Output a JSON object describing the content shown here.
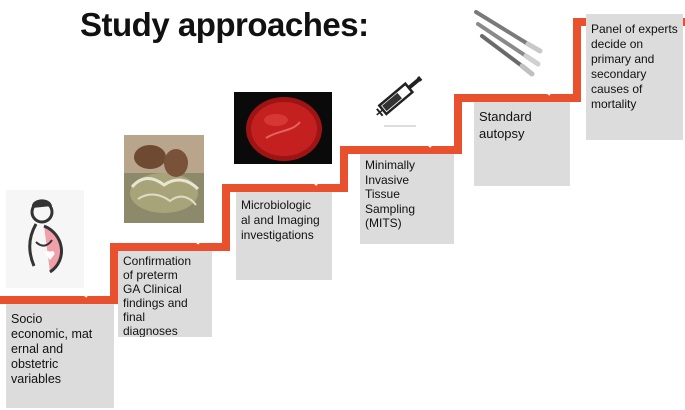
{
  "title": "Study approaches:",
  "accent_color": "#e8502e",
  "steps": [
    {
      "lines": [
        "Socio",
        "economic, mat",
        "ernal and",
        "obstetric",
        "variables"
      ],
      "image_icon": "pregnant-woman-icon"
    },
    {
      "lines": [
        "Confirmation",
        "of preterm",
        "GA  Clinical",
        "findings  and",
        "final",
        "diagnoses"
      ],
      "image_icon": "hands-with-baby-photo"
    },
    {
      "lines": [
        "Microbiologic",
        "al and Imaging",
        "investigations"
      ],
      "image_icon": "petri-dish-photo"
    },
    {
      "lines": [
        "Minimally",
        "Invasive",
        "Tissue",
        "Sampling",
        "(MITS)"
      ],
      "image_icon": "syringe-icon"
    },
    {
      "lines": [
        "Standard",
        "autopsy"
      ],
      "image_icon": "scalpels-icon"
    },
    {
      "lines": [
        "Panel of experts",
        "decide on",
        "primary and",
        "secondary",
        "causes of",
        "mortality"
      ],
      "image_icon": ""
    }
  ]
}
